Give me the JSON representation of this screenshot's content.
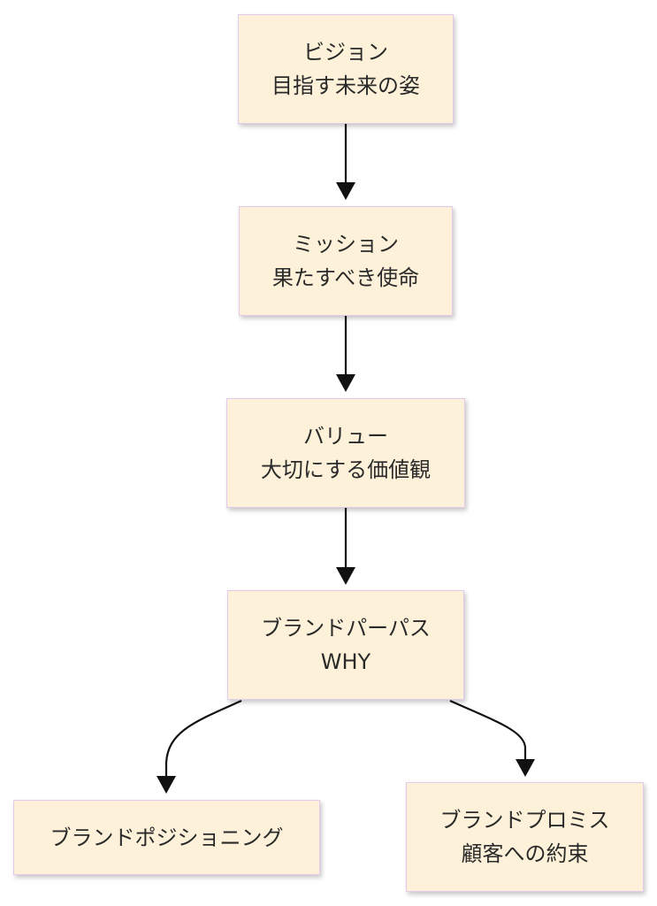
{
  "diagram": {
    "type": "flowchart",
    "direction": "top-down",
    "nodes": [
      {
        "id": "vision",
        "lines": [
          "ビジョン",
          "目指す未来の姿"
        ]
      },
      {
        "id": "mission",
        "lines": [
          "ミッション",
          "果たすべき使命"
        ]
      },
      {
        "id": "value",
        "lines": [
          "バリュー",
          "大切にする価値観"
        ]
      },
      {
        "id": "purpose",
        "lines": [
          "ブランドパーパス",
          "WHY"
        ]
      },
      {
        "id": "positioning",
        "lines": [
          "ブランドポジショニング"
        ]
      },
      {
        "id": "promise",
        "lines": [
          "ブランドプロミス",
          "顧客への約束"
        ]
      }
    ],
    "edges": [
      {
        "from": "vision",
        "to": "mission"
      },
      {
        "from": "mission",
        "to": "value"
      },
      {
        "from": "value",
        "to": "purpose"
      },
      {
        "from": "purpose",
        "to": "positioning"
      },
      {
        "from": "purpose",
        "to": "promise"
      }
    ],
    "colors": {
      "node_fill": "#fdf2d9",
      "node_border": "#e3c9ea",
      "edge": "#111111",
      "text": "#2a2a2a"
    }
  }
}
